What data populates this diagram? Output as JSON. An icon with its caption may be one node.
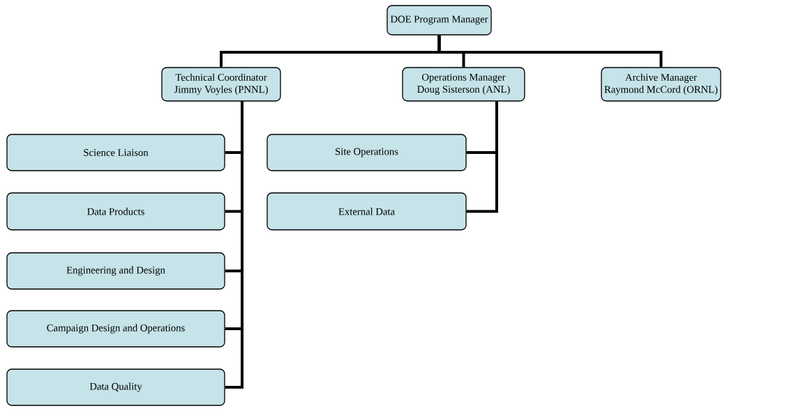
{
  "diagram": {
    "nodes": [
      {
        "text": [
          "DOE Program Manager"
        ]
      },
      {
        "text": [
          "Technical Coordinator",
          "Jimmy Voyles (PNNL)"
        ]
      },
      {
        "text": [
          "Operations Manager",
          "Doug Sisterson (ANL)"
        ]
      },
      {
        "text": [
          "Archive Manager",
          "Raymond McCord (ORNL)"
        ]
      },
      {
        "text": [
          "Science Liaison"
        ]
      },
      {
        "text": [
          "Site Operations"
        ]
      },
      {
        "text": [
          "Data Products"
        ]
      },
      {
        "text": [
          "External Data"
        ]
      },
      {
        "text": [
          "Engineering and Design"
        ]
      },
      {
        "text": [
          "Campaign Design and Operations"
        ]
      },
      {
        "text": [
          "Data Quality"
        ]
      }
    ],
    "edges": [
      {
        "from": 0,
        "to": 1,
        "arrow": "none"
      },
      {
        "from": 0,
        "to": 2,
        "arrow": "none"
      },
      {
        "from": 0,
        "to": 3,
        "arrow": "none"
      },
      {
        "from": 1,
        "to": 4,
        "arrow": "none"
      },
      {
        "from": 1,
        "to": 6,
        "arrow": "none"
      },
      {
        "from": 1,
        "to": 8,
        "arrow": "none"
      },
      {
        "from": 1,
        "to": 9,
        "arrow": "none"
      },
      {
        "from": 1,
        "to": 10,
        "arrow": "none"
      },
      {
        "from": 2,
        "to": 5,
        "arrow": "none"
      },
      {
        "from": 2,
        "to": 7,
        "arrow": "none"
      }
    ]
  }
}
